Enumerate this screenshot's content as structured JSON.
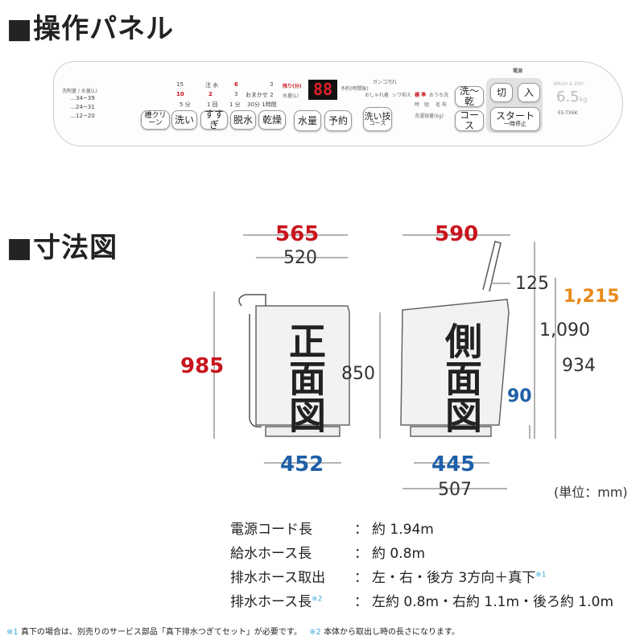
{
  "section1_title": "■操作パネル",
  "section2_title": "■寸法図",
  "panel": {
    "detergent_label": "洗剤量 / 水量(L)",
    "detergent_rows": [
      "…34~39",
      "…24~31",
      "…12~20"
    ],
    "wash_times": [
      "15",
      "10",
      "5 分"
    ],
    "rinse": [
      "注 水",
      "2",
      "1 回"
    ],
    "spin": [
      "6",
      "3",
      "1 分"
    ],
    "dry": [
      "3",
      "おまかせ 2",
      "30分 1時間"
    ],
    "remaining_label": "残り(分)",
    "water_label": "水量(L)",
    "display": "88",
    "reserve_label": "予約(時間後)",
    "buttons": {
      "tank_clean": "槽クリーン",
      "wash": "洗い",
      "rinse": "すすぎ",
      "spin": "脱水",
      "dry": "乾燥",
      "water": "水量",
      "reserve": "予約",
      "wash_tech": "洗い技",
      "wash_tech_sub": "コース",
      "wash_dry": "洗～乾",
      "course": "コース",
      "off": "切",
      "on": "入",
      "start": "スタート",
      "start_sub": "一時停止"
    },
    "course_labels": [
      "ガンコ汚れ",
      "おしゃれ着",
      "シワ抑え",
      "標 準",
      "おうち洗",
      "時",
      "短",
      "毛 布",
      "洗濯容量(kg)"
    ],
    "power_label": "電源",
    "brand": "WASH & DRY",
    "capacity": "6.5",
    "capacity_unit": "kg",
    "model": "ES-TX6K"
  },
  "front": {
    "label": "正面図",
    "width_total": "565",
    "width_body": "520",
    "height": "985",
    "base": "452"
  },
  "side": {
    "label": "側面図",
    "depth_total": "590",
    "lid": "125",
    "height_open": "1,215",
    "height_lid": "1,090",
    "height_top": "934",
    "height_body": "850",
    "clearance": "90",
    "base": "445",
    "depth_body": "507"
  },
  "unit": "(単位：mm)",
  "specs": [
    {
      "label": "電源コード長",
      "value": "約 1.94m",
      "note": ""
    },
    {
      "label": "給水ホース長",
      "value": "約 0.8m",
      "note": ""
    },
    {
      "label": "排水ホース取出",
      "value": "左・右・後方  3方向＋真下",
      "note": "※1"
    },
    {
      "label": "排水ホース長",
      "label_note": "※2",
      "value": "左約 0.8m・右約 1.1m・後ろ約 1.0m",
      "note": ""
    }
  ],
  "colon": "：",
  "footnotes": [
    {
      "mark": "※1",
      "text": "真下の場合は、別売りのサービス部品「真下排水つぎてセット」が必要です。"
    },
    {
      "mark": "※2",
      "text": "本体から取出し時の長さになります。"
    }
  ],
  "colors": {
    "red": "#c8151d",
    "blue": "#1f5fa8",
    "orange": "#e8891a",
    "note": "#3fa9d8"
  }
}
